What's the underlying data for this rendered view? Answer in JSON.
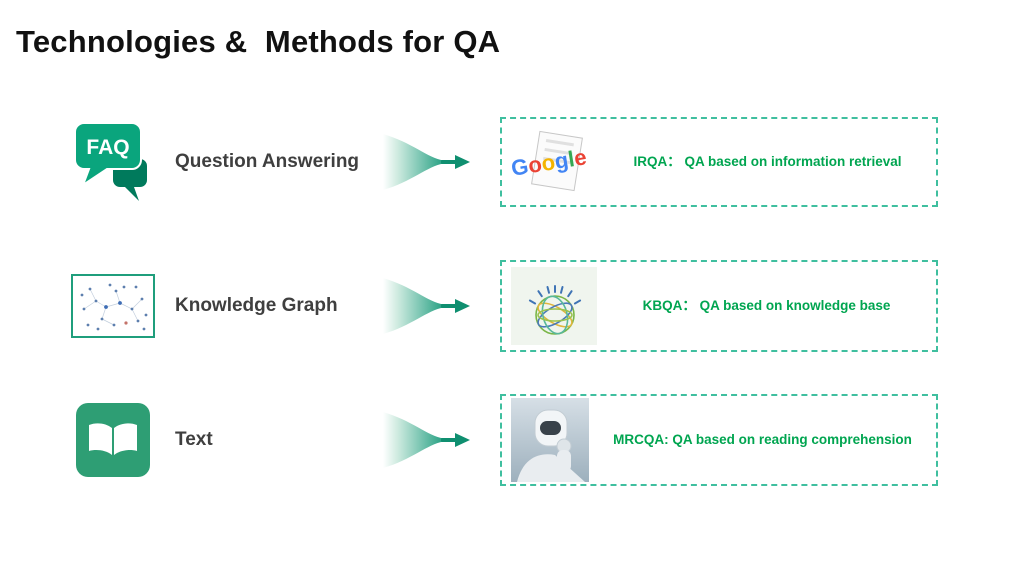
{
  "slide": {
    "title": "Technologies &  Methods for QA",
    "rows": [
      {
        "label": "Question Answering",
        "icon": "faq-icon",
        "image": "google-logo",
        "box_text": "IRQA：  QA based on information retrieval"
      },
      {
        "label": "Knowledge Graph",
        "icon": "knowledge-graph-icon",
        "image": "watson-globe",
        "box_text": "KBQA：  QA based on knowledge base"
      },
      {
        "label": "Text",
        "icon": "book-icon",
        "image": "robot-photo",
        "box_text": "MRCQA: QA based on reading comprehension"
      }
    ],
    "icons": {
      "faq_text": "FAQ"
    },
    "images": {
      "google_letters": [
        "G",
        "o",
        "o",
        "g",
        "l",
        "e"
      ]
    },
    "colors": {
      "accent_green": "#00A878",
      "box_border_green": "#3FBF9F",
      "box_text_green": "#00A550",
      "label_gray": "#3F3F3F",
      "title_color": "#111111"
    }
  }
}
